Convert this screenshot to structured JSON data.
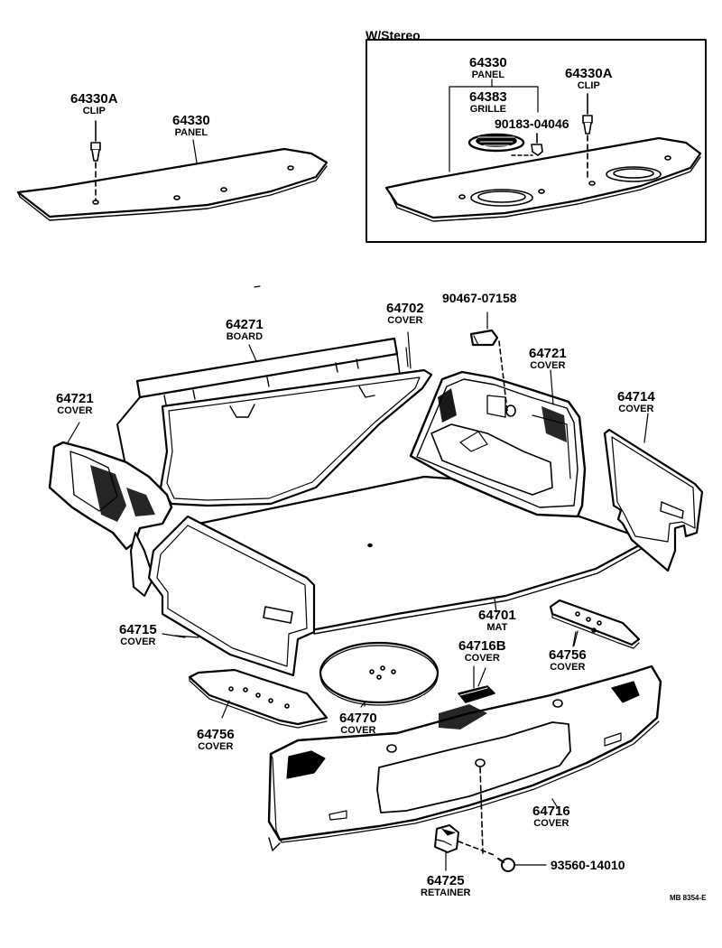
{
  "inset": {
    "title": "W/Stereo"
  },
  "ref_code": "MB 8354-E",
  "labels": {
    "clip_left": {
      "number": "64330A",
      "name": "CLIP"
    },
    "panel_left": {
      "number": "64330",
      "name": "PANEL"
    },
    "panel_stereo": {
      "number": "64330",
      "name": "PANEL"
    },
    "grille": {
      "number": "64383",
      "name": "GRILLE"
    },
    "screw_grille": {
      "number": "90183-04046"
    },
    "clip_stereo": {
      "number": "64330A",
      "name": "CLIP"
    },
    "fastener_top": {
      "number": "90467-07158"
    },
    "board": {
      "number": "64271",
      "name": "BOARD"
    },
    "cover_back": {
      "number": "64702",
      "name": "COVER"
    },
    "cover_left": {
      "number": "64721",
      "name": "COVER"
    },
    "cover_right_wheel": {
      "number": "64721",
      "name": "COVER"
    },
    "cover_right_side": {
      "number": "64714",
      "name": "COVER"
    },
    "mat": {
      "number": "64701",
      "name": "MAT"
    },
    "cover_left_side": {
      "number": "64715",
      "name": "COVER"
    },
    "cover_mid": {
      "number": "64716B",
      "name": "COVER"
    },
    "cover_plate_right": {
      "number": "64756",
      "name": "COVER"
    },
    "cover_plate_left": {
      "number": "64756",
      "name": "COVER"
    },
    "cover_spare": {
      "number": "64770",
      "name": "COVER"
    },
    "cover_rear": {
      "number": "64716",
      "name": "COVER"
    },
    "screw_rear": {
      "number": "93560-14010"
    },
    "retainer": {
      "number": "64725",
      "name": "RETAINER"
    }
  }
}
